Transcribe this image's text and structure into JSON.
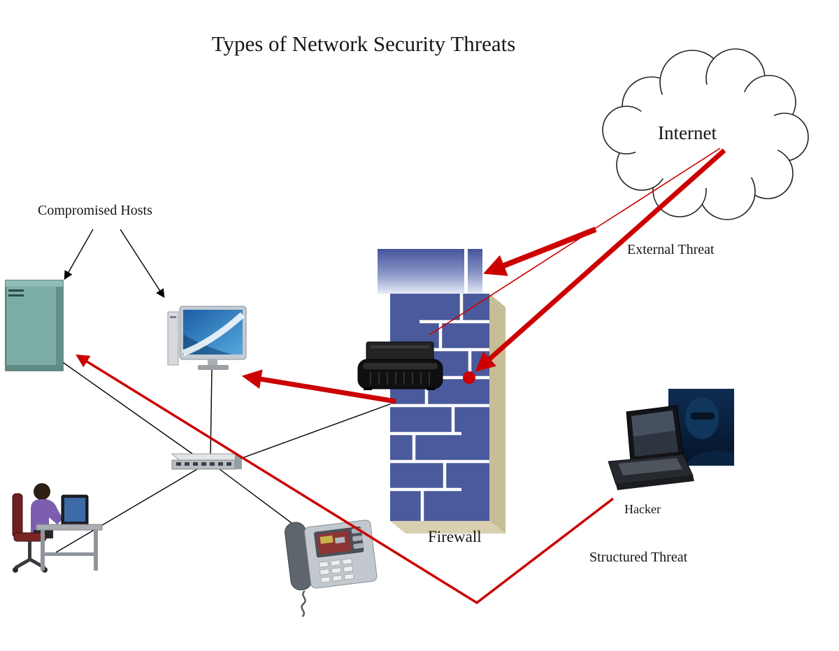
{
  "diagram": {
    "title": "Types of Network Security Threats",
    "labels": {
      "internet": "Internet",
      "external_threat": "External Threat",
      "compromised_hosts": "Compromised Hosts",
      "firewall": "Firewall",
      "hacker": "Hacker",
      "structured_threat": "Structured Threat"
    },
    "nodes": [
      {
        "id": "internet",
        "type": "cloud",
        "label": "Internet"
      },
      {
        "id": "firewall",
        "type": "brick-wall-with-router",
        "label": "Firewall"
      },
      {
        "id": "server",
        "type": "server-tower",
        "group": "compromised-hosts"
      },
      {
        "id": "desktop-monitor",
        "type": "desktop-computer",
        "group": "compromised-hosts"
      },
      {
        "id": "switch",
        "type": "network-switch"
      },
      {
        "id": "user-workstation",
        "type": "person-at-desk"
      },
      {
        "id": "ip-phone",
        "type": "ip-phone"
      },
      {
        "id": "hacker",
        "type": "laptop-with-hacker",
        "label": "Hacker"
      }
    ],
    "connections": [
      {
        "from": "server",
        "to": "switch"
      },
      {
        "from": "desktop-monitor",
        "to": "switch"
      },
      {
        "from": "switch",
        "to": "user-workstation"
      },
      {
        "from": "switch",
        "to": "ip-phone"
      },
      {
        "from": "switch",
        "to": "firewall"
      }
    ],
    "threat_paths": [
      {
        "name": "external-threat-attempt",
        "from": "internet",
        "to": "firewall",
        "style": "thin-red-line"
      },
      {
        "name": "external-threat-arrow",
        "from": "internet",
        "to": "firewall-top",
        "style": "thick-red-arrow"
      },
      {
        "name": "external-threat-blocked",
        "from": "internet",
        "to": "firewall-block-point",
        "style": "thick-red-arrow"
      },
      {
        "name": "threat-through-firewall",
        "from": "firewall",
        "to": "desktop-monitor",
        "style": "thick-red-arrow"
      },
      {
        "name": "structured-threat",
        "from": "hacker",
        "to": "server",
        "style": "red-arrow"
      }
    ],
    "colors": {
      "threat_red": "#cc0000",
      "link_black": "#000000",
      "wall_blue": "#4a5a9c",
      "wall_gradient_light": "#e6eaf6",
      "wall_side_tan": "#c7bd97",
      "server_teal": "#7bada6",
      "screen_blue": "#1c5fa6",
      "hacker_navy": "#0c2545"
    }
  }
}
